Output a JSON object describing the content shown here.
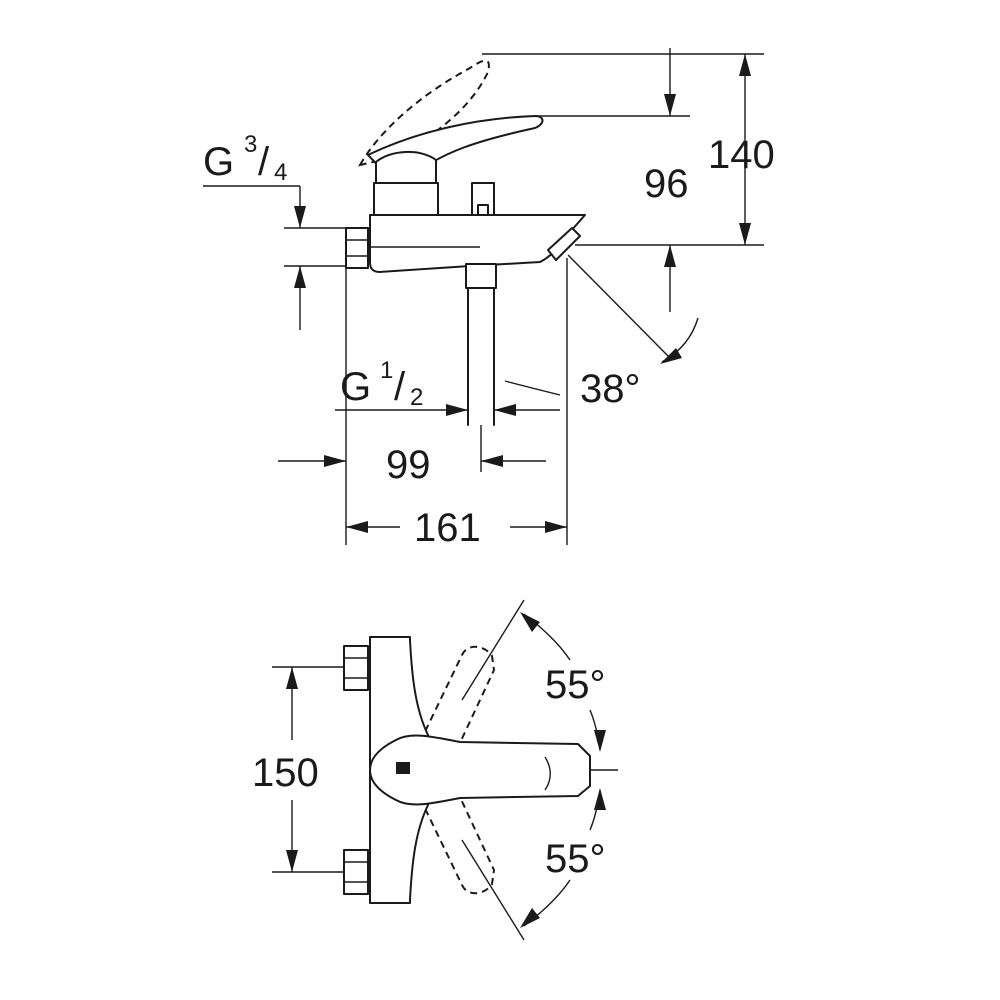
{
  "side_view": {
    "thread_inlet": {
      "prefix": "G",
      "numerator": "3",
      "slash": "/",
      "denominator": "4"
    },
    "thread_outlet": {
      "prefix": "G",
      "numerator": "1",
      "slash": "/",
      "denominator": "2"
    },
    "height_total": "140",
    "height_spout": "96",
    "spout_angle": "38°",
    "width_outlet": "99",
    "width_total": "161"
  },
  "top_view": {
    "connection_spacing": "150",
    "handle_angle_top": "55°",
    "handle_angle_bottom": "55°"
  }
}
